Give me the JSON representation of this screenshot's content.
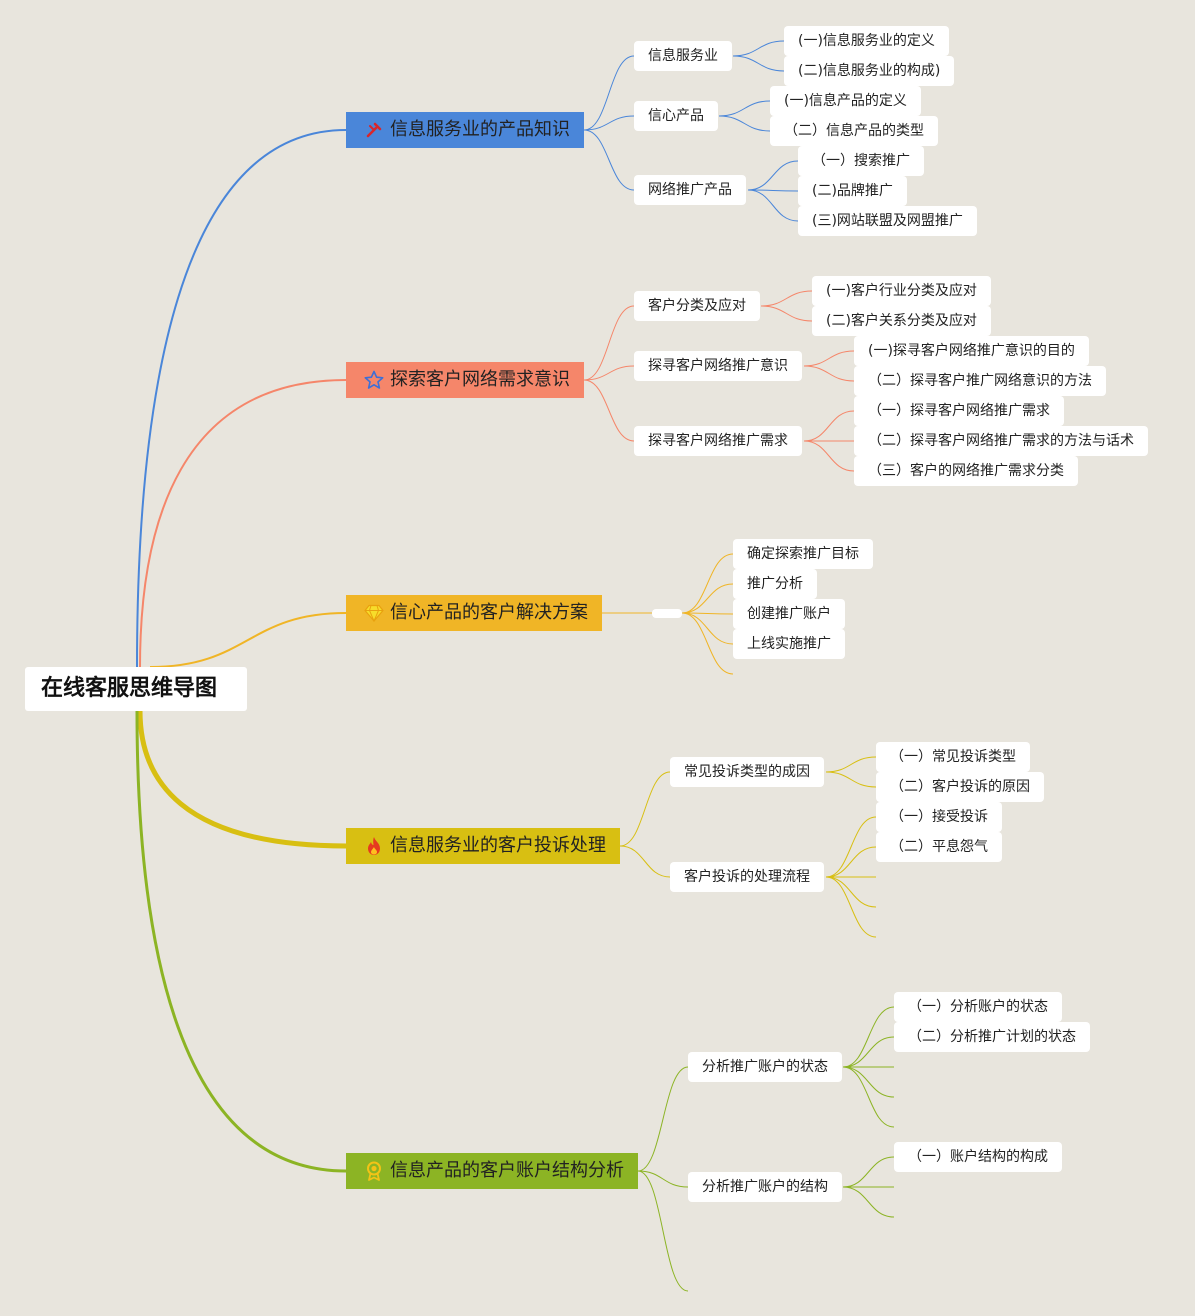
{
  "title": "在线客服思维导图",
  "colors": {
    "background": "#e8e5dd",
    "blue": "#4a86d9",
    "orange": "#f5866a",
    "yellow": "#f0b526",
    "yellowgreen": "#d8bf12",
    "green": "#8cb424"
  },
  "branches": [
    {
      "label": "信息服务业的产品知识",
      "icon": "tools-icon",
      "subs": [
        {
          "label": "信息服务业",
          "leaves": [
            "(一)信息服务业的定义",
            "(二)信息服务业的构成)"
          ]
        },
        {
          "label": "信心产品",
          "leaves": [
            "(一)信息产品的定义",
            "（二）信息产品的类型"
          ]
        },
        {
          "label": "网络推广产品",
          "leaves": [
            "（一）搜索推广",
            "(二)品牌推广",
            "(三)网站联盟及网盟推广"
          ]
        }
      ]
    },
    {
      "label": "探索客户网络需求意识",
      "icon": "star-icon",
      "subs": [
        {
          "label": "客户分类及应对",
          "leaves": [
            "(一)客户行业分类及应对",
            "(二)客户关系分类及应对"
          ]
        },
        {
          "label": "探寻客户网络推广意识",
          "leaves": [
            "(一)探寻客户网络推广意识的目的",
            "（二）探寻客户推广网络意识的方法"
          ]
        },
        {
          "label": "探寻客户网络推广需求",
          "leaves": [
            "（一）探寻客户网络推广需求",
            "（二）探寻客户网络推广需求的方法与话术",
            "（三）客户的网络推广需求分类"
          ]
        }
      ]
    },
    {
      "label": "信心产品的客户解决方案",
      "icon": "diamond-icon",
      "leaves": [
        "确定探索推广目标",
        "推广分析",
        "创建推广账户",
        "上线实施推广"
      ]
    },
    {
      "label": "信息服务业的客户投诉处理",
      "icon": "fire-icon",
      "subs": [
        {
          "label": "常见投诉类型的成因",
          "leaves": [
            "（一）常见投诉类型",
            "（二）客户投诉的原因"
          ]
        },
        {
          "label": "客户投诉的处理流程",
          "leaves": [
            "（一）接受投诉",
            "（二）平息怨气"
          ]
        }
      ]
    },
    {
      "label": "信息产品的客户账户结构分析",
      "icon": "award-icon",
      "subs": [
        {
          "label": "分析推广账户的状态",
          "leaves": [
            "（一）分析账户的状态",
            "（二）分析推广计划的状态"
          ]
        },
        {
          "label": "分析推广账户的结构",
          "leaves": [
            "（一）账户结构的构成"
          ]
        }
      ]
    }
  ]
}
